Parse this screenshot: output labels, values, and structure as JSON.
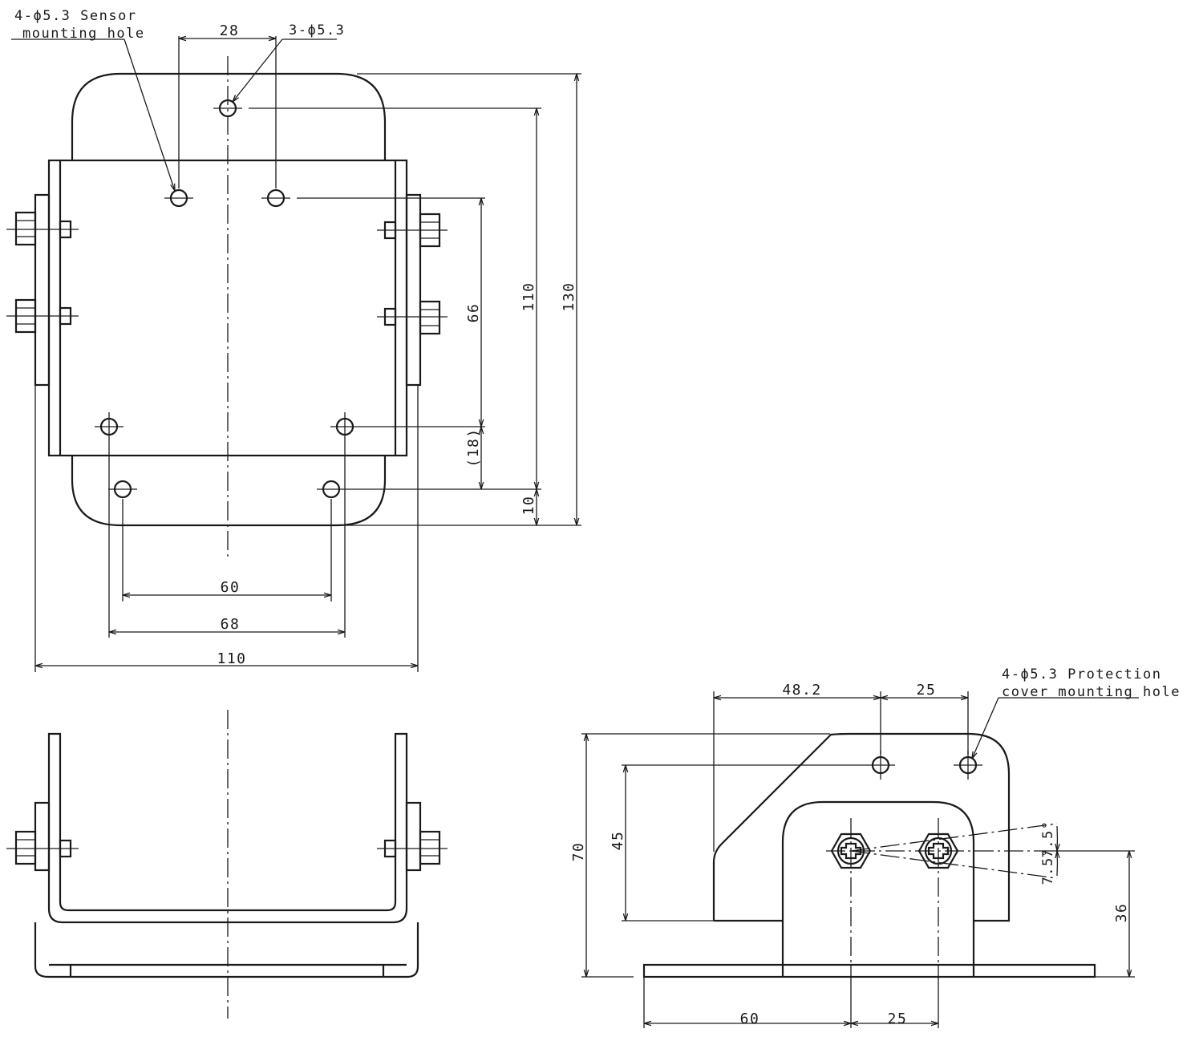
{
  "notes": {
    "sensor_hole_line1": "4-ϕ5.3 Sensor",
    "sensor_hole_line2": "mounting hole",
    "top_hole": "3-ϕ5.3",
    "cover_hole_line1": "4-ϕ5.3 Protection",
    "cover_hole_line2": "cover mounting hole"
  },
  "dimensions": {
    "top_spacing": "28",
    "height_66": "66",
    "height_18": "(18)",
    "height_10": "10",
    "height_110": "110",
    "height_130": "130",
    "width_60": "60",
    "width_68": "68",
    "width_110": "110",
    "side_48_2": "48.2",
    "side_25_top": "25",
    "side_70": "70",
    "side_45": "45",
    "side_36": "36",
    "side_60": "60",
    "side_25_bottom": "25",
    "angle_up": "7.5°",
    "angle_down": "7.5°"
  }
}
